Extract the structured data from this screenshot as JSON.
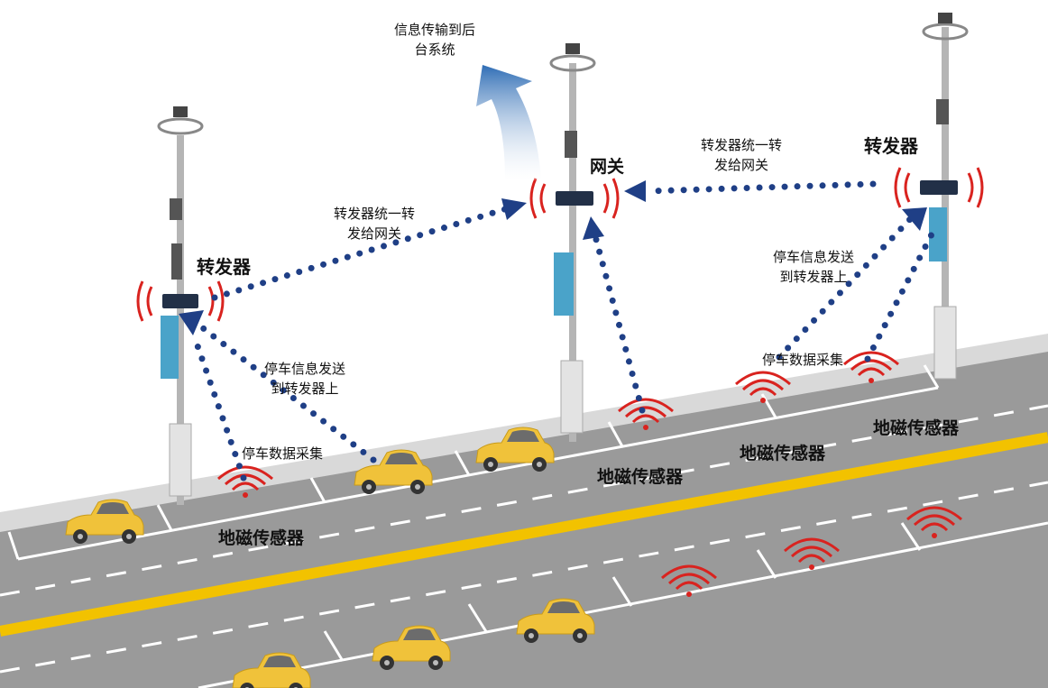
{
  "labels": {
    "backend": [
      "信息传输到后",
      "台系统"
    ],
    "gateway": "网关",
    "repeater_left": "转发器",
    "repeater_right": "转发器",
    "unify_left": [
      "转发器统一转",
      "发给网关"
    ],
    "unify_right": [
      "转发器统一转",
      "发给网关"
    ],
    "send_left": [
      "停车信息发送",
      "到转发器上"
    ],
    "send_right": [
      "停车信息发送",
      "到转发器上"
    ],
    "collect_left": "停车数据采集",
    "collect_right": "停车数据采集",
    "sensors": [
      "地磁传感器",
      "地磁传感器",
      "地磁传感器",
      "地磁传感器"
    ]
  },
  "colors": {
    "road": "#9a9a9a",
    "curb": "#d9d9d9",
    "center_line": "#f2c200",
    "dot_path": "#1f3f86",
    "signal": "#d9231f",
    "car": "#f0c23a"
  },
  "icons": [
    "street-light-pole",
    "signal-wave",
    "car",
    "arrow"
  ]
}
